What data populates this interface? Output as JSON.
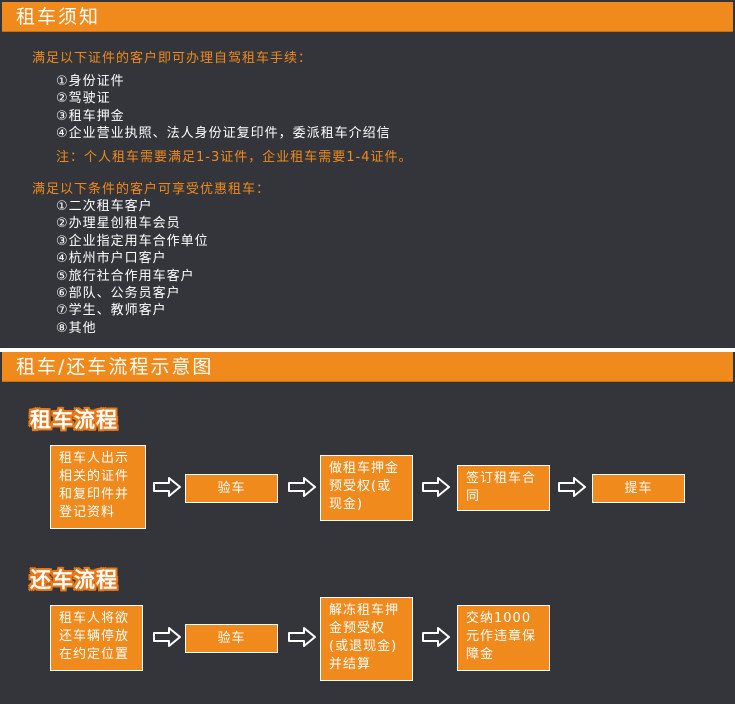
{
  "sections": {
    "notice_title": "租车须知",
    "process_title": "租车/还车流程示意图"
  },
  "documents": {
    "intro": "满足以下证件的客户即可办理自驾租车手续：",
    "items": [
      "①身份证件",
      "②驾驶证",
      "③租车押金",
      "④企业营业执照、法人身份证复印件，委派租车介绍信"
    ],
    "note": "注：个人租车需要满足1-3证件，企业租车需要1-4证件。"
  },
  "discounts": {
    "intro": "满足以下条件的客户可享受优惠租车：",
    "items": [
      "①二次租车客户",
      "②办理星创租车会员",
      "③企业指定用车合作单位",
      "④杭州市户口客户",
      "⑤旅行社合作用车客户",
      "⑥部队、公务员客户",
      "⑦学生、教师客户",
      "⑧其他"
    ]
  },
  "rent_flow": {
    "title": "租车流程",
    "steps": [
      "租车人出示相关的证件和复印件并登记资料",
      "验车",
      "做租车押金预受权(或现金)",
      "签订租车合同",
      "提车"
    ]
  },
  "return_flow": {
    "title": "还车流程",
    "steps": [
      "租车人将欲还车辆停放在约定位置",
      "验车",
      "解冻租车押金预受权(或退现金)并结算",
      "交纳1000元作违章保障金"
    ]
  },
  "colors": {
    "accent": "#f08a1c",
    "panel": "#33353a",
    "text": "#ffffff"
  }
}
